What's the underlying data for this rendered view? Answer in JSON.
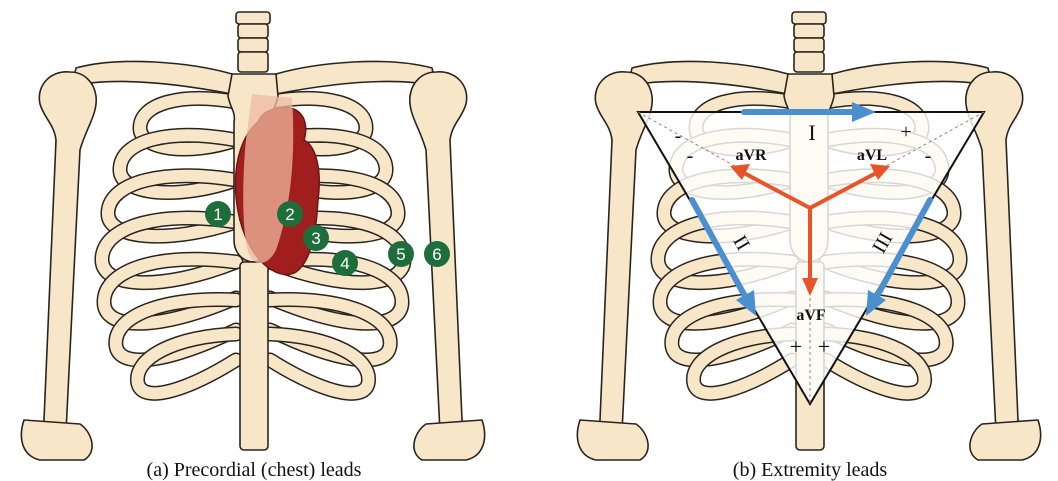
{
  "panels": [
    {
      "caption": "(a)  Precordial (chest) leads",
      "electrodes": [
        "1",
        "2",
        "3",
        "4",
        "5",
        "6"
      ]
    },
    {
      "caption": "(b)  Extremity leads",
      "leads": {
        "I": "I",
        "II": "II",
        "III": "III",
        "aVR": "aVR",
        "aVL": "aVL",
        "aVF": "aVF"
      },
      "signs": {
        "top_left_a": "-",
        "top_left_b": "-",
        "top_right_plus": "+",
        "top_right_minus": "-",
        "bottom_left_plus": "+",
        "bottom_right_plus": "+"
      }
    }
  ],
  "colors": {
    "bone": "#f8e6c9",
    "outline": "#2a241e",
    "heart": "#a01e1e",
    "sternum_shadow": "#f0b8a0",
    "electrode": "#1e6e3c",
    "limb_lead_arrow": "#4a90d0",
    "augmented_lead_arrow": "#e8542a",
    "triangle_fill": "#ffffff"
  }
}
